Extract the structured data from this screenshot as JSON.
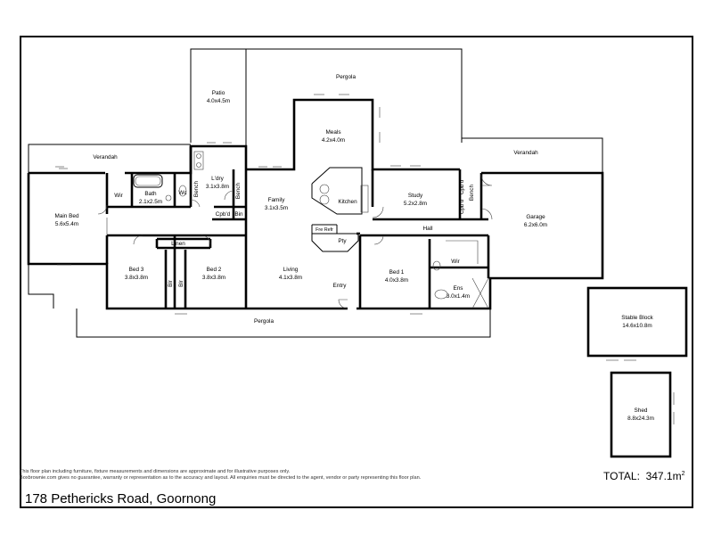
{
  "rooms": {
    "patio": {
      "name": "Patio",
      "size": "4.0x4.5m"
    },
    "pergola_top": {
      "name": "Pergola"
    },
    "meals": {
      "name": "Meals",
      "size": "4.2x4.0m"
    },
    "verandah_left": {
      "name": "Verandah"
    },
    "verandah_right": {
      "name": "Verandah"
    },
    "main_bed": {
      "name": "Main Bed",
      "size": "5.6x5.4m"
    },
    "wir_main": {
      "name": "Wir"
    },
    "bath": {
      "name": "Bath",
      "size": "2.1x2.5m"
    },
    "wc": {
      "name": "Wc"
    },
    "laundry": {
      "name": "L'dry",
      "size": "3.1x3.8m"
    },
    "bench_1": {
      "name": "Bench"
    },
    "bench_2": {
      "name": "Bench"
    },
    "cpbd_laundry": {
      "name": "Cpb'd"
    },
    "bin": {
      "name": "Bin"
    },
    "family": {
      "name": "Family",
      "size": "3.1x3.5m"
    },
    "kitchen": {
      "name": "Kitchen"
    },
    "fre_refr": {
      "name": "Fre Refr"
    },
    "pty": {
      "name": "Pty"
    },
    "study": {
      "name": "Study",
      "size": "5.2x2.8m"
    },
    "cpbd_study_1": {
      "name": "Cpb'd"
    },
    "cpbd_study_2": {
      "name": "Cpb'd"
    },
    "bench_study": {
      "name": "Bench"
    },
    "garage": {
      "name": "Garage",
      "size": "6.2x6.0m"
    },
    "hall": {
      "name": "Hall"
    },
    "linen": {
      "name": "Linen"
    },
    "bed3": {
      "name": "Bed 3",
      "size": "3.8x3.8m"
    },
    "bed2": {
      "name": "Bed 2",
      "size": "3.8x3.8m"
    },
    "blr_1": {
      "name": "Blr"
    },
    "blr_2": {
      "name": "Blr"
    },
    "living": {
      "name": "Living",
      "size": "4.1x3.8m"
    },
    "entry": {
      "name": "Entry"
    },
    "bed1": {
      "name": "Bed 1",
      "size": "4.0x3.8m"
    },
    "wir_bed1": {
      "name": "Wir"
    },
    "ens": {
      "name": "Ens",
      "size": "3.0x1.4m"
    },
    "pergola_bottom": {
      "name": "Pergola"
    },
    "stable_block": {
      "name": "Stable Block",
      "size": "14.6x10.8m"
    },
    "shed": {
      "name": "Shed",
      "size": "8.8x24.3m"
    }
  },
  "footer": {
    "disclaimer_1": "This floor plan including furniture, fixture measurements and dimensions are approximate and for illustrative purposes only.",
    "disclaimer_2": "Boxbrownie.com gives no guarantee, warranty or representation as to the accuracy and layout. All enquiries must be directed to the agent, vendor or party representing this floor plan.",
    "total_label": "TOTAL:",
    "total_value": "347.1m",
    "total_unit_sup": "2",
    "address": "178 Pethericks Road, Goornong"
  }
}
